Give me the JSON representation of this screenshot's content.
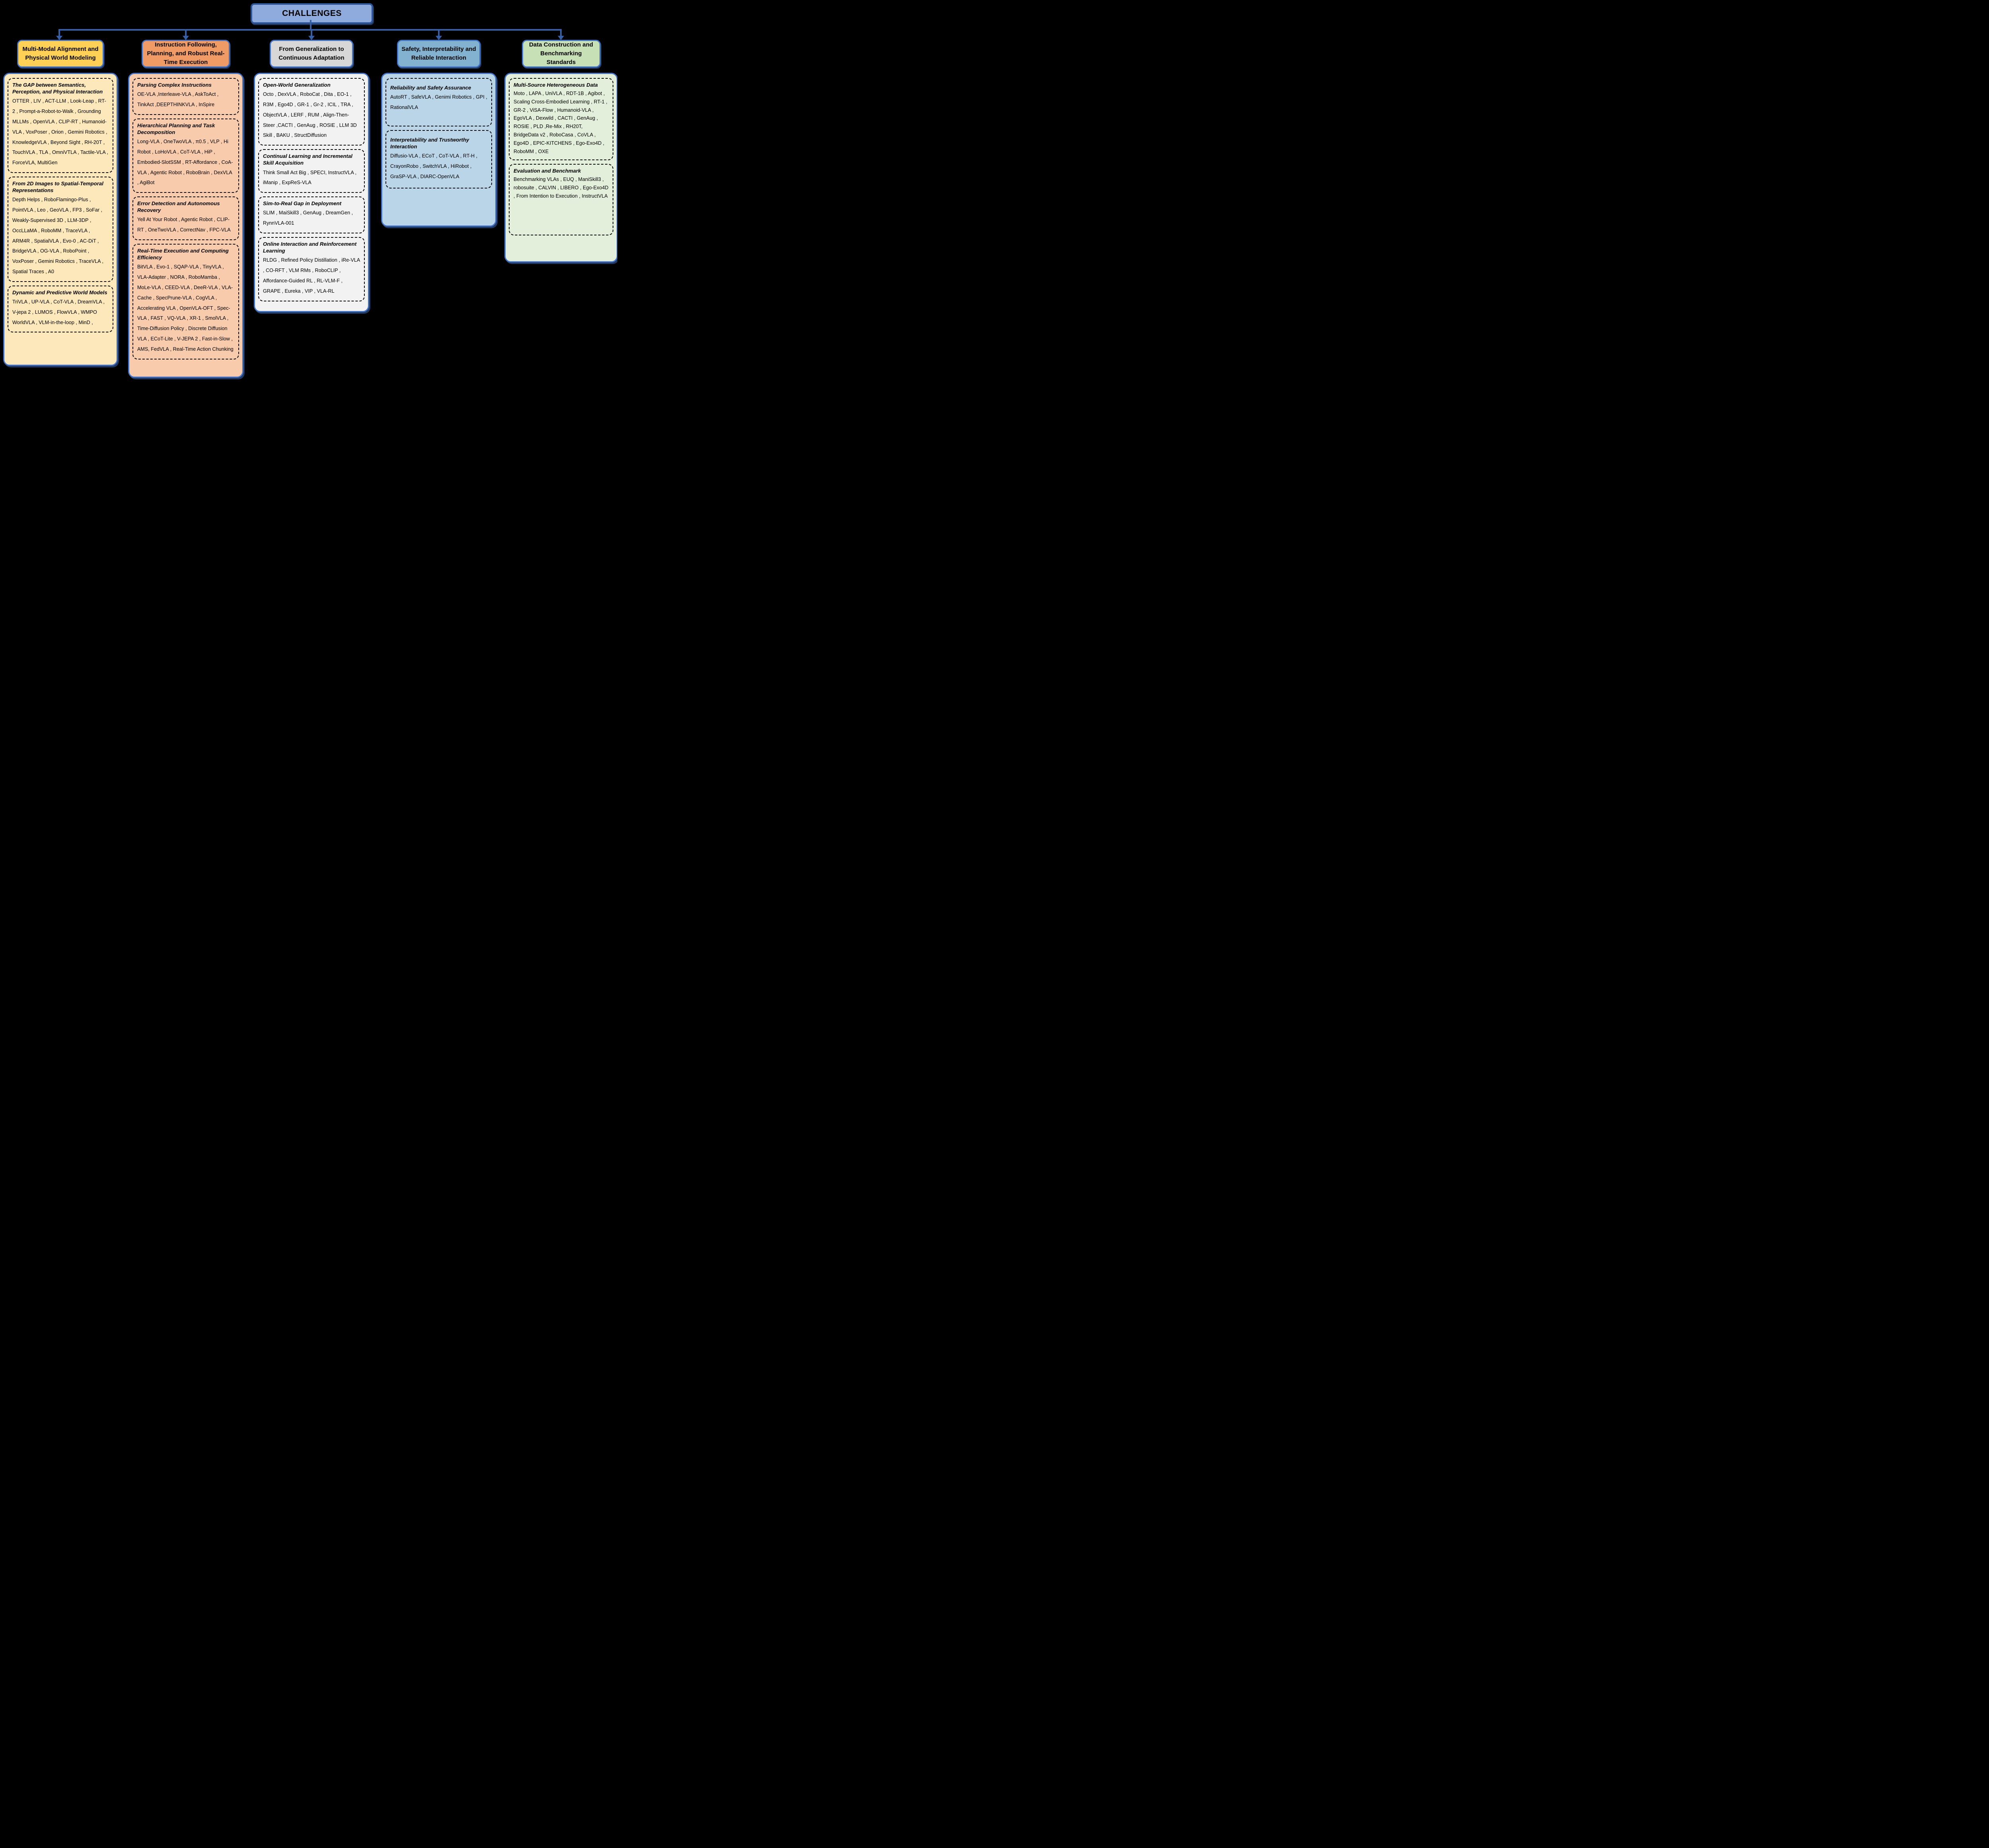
{
  "title": "CHALLENGES",
  "accent_color": "#3560A8",
  "title_bg": "#8FAADC",
  "title_border": "#2F5597",
  "columns": [
    {
      "header": "Multi-Modal Alignment and Physical World Modeling",
      "header_bg": "#FFD056",
      "body_bg": "#FCE8BA",
      "sections": [
        {
          "title": "The GAP between Semantics, Perception, and Physical Interaction",
          "items": "OTTER , LIV , ACT-LLM , Look-Leap , RT-2 , Prompt-a-Robot-to-Walk , Grounding MLLMs , OpenVLA , CLIP-RT , Humanoid-VLA , VoxPoser , Orion , Gemini Robotics , KnowledgeVLA , Beyond Sight , RH-20T , TouchVLA , TLA , OmniVTLA , Tactile-VLA , ForceVLA, MultiGen"
        },
        {
          "title": "From 2D Images to Spatial-Temporal Representations",
          "items": "Depth Helps , RoboFlamingo-Plus , PointVLA , Leo , GeoVLA , FP3 , SoFar , Weakly-Supervised 3D , LLM-3DP , OccLLaMA , RoboMM , TraceVLA , ARM4R , SpatialVLA , Evo-0 , AC-DiT , BridgeVLA , OG-VLA ,  RoboPoint , VoxPoser , Gemini Robotics , TraceVLA , Spatial Traces , A0"
        },
        {
          "title": "Dynamic and Predictive World Models",
          "items": "TriVLA , UP-VLA , CoT-VLA ,  DreamVLA , V-jepa 2 , LUMOS , FlowVLA , WMPO WorldVLA , VLM-in-the-loop , MinD ,"
        }
      ]
    },
    {
      "header": "Instruction Following, Planning, and Robust Real-Time Execution",
      "header_bg": "#F09B66",
      "body_bg": "#F8CBAD",
      "sections": [
        {
          "title": "Parsing Complex Instructions",
          "items": "OE-VLA ,Interleave-VLA , AskToAct , TinkAct ,DEEPTHINKVLA , InSpire"
        },
        {
          "title": "Hierarchical Planning and Task Decomposition",
          "items": "Long-VLA , OneTwoVLA ,  π0.5 , VLP , Hi Robot , LoHoVLA , CoT-VLA , HiP , Embodied-SlotSSM , RT-Affordance , CoA-VLA , Agentic Robot , RoboBrain , DexVLA , AgiBot"
        },
        {
          "title": "Error Detection and Autonomous Recovery",
          "items": "Yell At Your Robot , Agentic Robot , CLIP-RT , OneTwoVLA , CorrectNav , FPC-VLA"
        },
        {
          "title": "Real-Time Execution and Computing Efficiency",
          "items": "BitVLA , Evo-1 , SQAP-VLA , TinyVLA , VLA-Adapter , NORA , RoboMamba , MoLe-VLA , CEED-VLA , DeeR-VLA , VLA-Cache , SpecPrune-VLA , CogVLA , Accelerating VLA , OpenVLA-OFT , Spec-VLA , FAST , VQ-VLA , XR-1 , SmolVLA , Time-Diffusion Policy , Discrete Diffusion VLA , ECoT-Lite , V-JEPA 2 , Fast-in-Slow , AMS, FedVLA , Real-Time Action Chunking"
        }
      ]
    },
    {
      "header": "From Generalization to Continuous Adaptation",
      "header_bg": "#D7D7D7",
      "body_bg": "#F2F2F2",
      "sections": [
        {
          "title": "Open-World Generalization",
          "items": "Octo , DexVLA , RoboCat , Dita , EO-1 , R3M , Ego4D , GR-1 , Gr-2 , ICIL , TRA , ObjectVLA , LERF , RUM , Align-Then-Steer ,CACTI , GenAug , ROSIE , LLM 3D Skill , BAKU , StructDiffusion"
        },
        {
          "title": "Continual Learning and Incremental Skill Acquisition",
          "items": "Think Small Act Big , SPECI, InstructVLA , iManip , ExpReS-VLA"
        },
        {
          "title": "Sim-to-Real Gap in Deployment",
          "items": "SLIM , MaiSkill3 , GenAug , DreamGen , RynnVLA-001"
        },
        {
          "title": "Online Interaction and Reinforcement Learning",
          "items": "RLDG , Refined Policy Distillation , iRe-VLA , CO-RFT , VLM RMs , RoboCLIP , Affordance-Guided RL , RL-VLM-F , GRAPE , Eureka , VIP , VLA-RL"
        }
      ]
    },
    {
      "header": "Safety, Interpretability and Reliable Interaction",
      "header_bg": "#82B2D0",
      "body_bg": "#BAD5E8",
      "sections": [
        {
          "title": "Reliability and Safety Assurance",
          "items": "AutoRT , SafeVLA , Genimi Robotics , GPI  , RationalVLA"
        },
        {
          "title": "Interpretability and Trustworthy Interaction",
          "items": "Diffusio-VLA , ECoT , CoT-VLA , RT-H , CrayonRobo , SwitchVLA , HiRobot , GraSP-VLA , DIARC-OpenVLA"
        }
      ]
    },
    {
      "header": "Data Construction and Benchmarking Standards",
      "header_bg": "#C8E0B6",
      "body_bg": "#E4EFDB",
      "sections": [
        {
          "title": "Multi-Source Heterogeneous Data",
          "items": "Moto , LAPA , UniVLA , RDT-1B , Agibot , Scaling Cross-Embodied Learning , RT-1 , GR-2 , ViSA-Flow , Humanoid-VLA , EgoVLA , Dexwild , CACTI , GenAug , ROSIE , PLD ,Re-Mix , RH20T, BridgeData v2 , RoboCasa , CoVLA , Ego4D , EPIC-KITCHENS , Ego-Exo4D , RoboMM , OXE"
        },
        {
          "title": "Evaluation and Benchmark",
          "items": "Benchmarking VLAs , EUQ , ManiSkill3 , robosuite , CALVIN , LIBERO , Ego-Exo4D , From Intention to Execution , InstructVLA"
        }
      ]
    }
  ]
}
